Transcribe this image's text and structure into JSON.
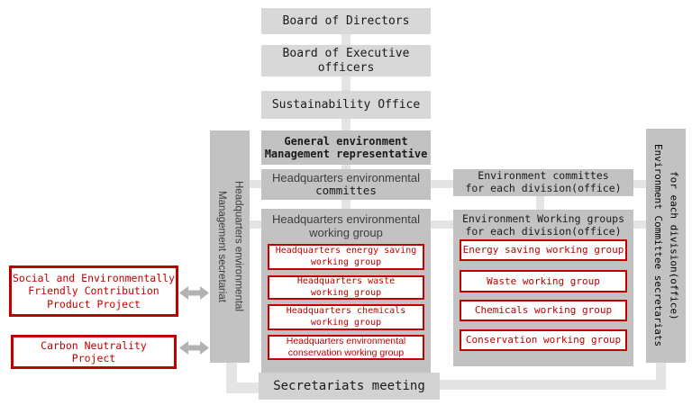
{
  "colors": {
    "box_light": "#d8d8d8",
    "box_mid": "#c2c2c2",
    "connector": "#e4e4e4",
    "arrow": "#b2b2b2",
    "accent_red": "#c00000",
    "text": "#1a1a1a"
  },
  "boxes": {
    "board_of_directors": "Board of Directors",
    "board_exec_l1": "Board of Executive",
    "board_exec_l2": "officers",
    "sustainability_office": "Sustainability Office",
    "general_rep_l1": "General environment",
    "general_rep_l2": "Management representative",
    "hq_committee_l1": "Headquarters environmental",
    "hq_committee_l2": "committes",
    "hq_wg_l1": "Headquarters environmental",
    "hq_wg_l2": "working group",
    "div_committee_l1": "Environment committes",
    "div_committee_l2": "for each division(office)",
    "div_wg_l1": "Environment Working groups",
    "div_wg_l2": "for each division(office)",
    "secretariats_meeting": "Secretariats meeting"
  },
  "left_bar": {
    "l1": "Headquarters environmental",
    "l2": "Management secretariat"
  },
  "right_bar": {
    "l1": "Environment Committee secretariats",
    "l2": "for each division(office)"
  },
  "hq_groups": [
    {
      "l1": "Headquarters energy saving",
      "l2": "working group"
    },
    {
      "l1": "Headquarters waste",
      "l2": "working group"
    },
    {
      "l1": "Headquarters chemicals",
      "l2": "working group"
    },
    {
      "l1": "Headquarters environmental",
      "l2": "conservation working group"
    }
  ],
  "div_groups": [
    "Energy saving working group",
    "Waste working group",
    "Chemicals working group",
    "Conservation working group"
  ],
  "projects": [
    {
      "l1": "Social and Environmentally",
      "l2": "Friendly Contribution",
      "l3": "Product Project"
    },
    {
      "l1": "Carbon Neutrality",
      "l2": "Project"
    }
  ]
}
